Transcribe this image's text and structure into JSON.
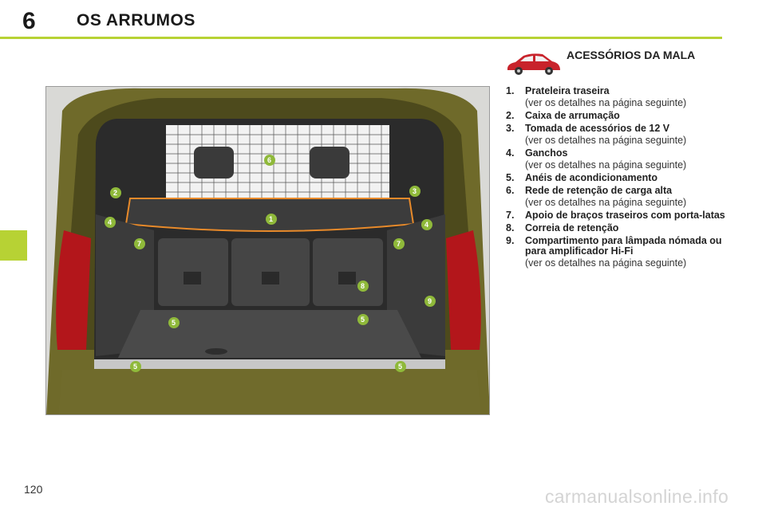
{
  "header": {
    "chapter_number": "6",
    "chapter_title": "OS ARRUMOS"
  },
  "section": {
    "title": "ACESSÓRIOS DA MALA",
    "icon": "car-side-icon",
    "accent_color": "#b7d234"
  },
  "figure": {
    "callouts": [
      "1",
      "2",
      "3",
      "4",
      "4",
      "5",
      "5",
      "5",
      "5",
      "6",
      "7",
      "7",
      "8",
      "9"
    ],
    "callout_color": "#8fb93a",
    "outline_color": "#e88a2a"
  },
  "items": [
    {
      "num": "1.",
      "label": "Prateleira traseira",
      "note": "(ver os detalhes na página seguinte)"
    },
    {
      "num": "2.",
      "label": "Caixa de arrumação",
      "note": ""
    },
    {
      "num": "3.",
      "label": "Tomada de acessórios de 12 V",
      "note": "(ver os detalhes na página seguinte)"
    },
    {
      "num": "4.",
      "label": "Ganchos",
      "note": "(ver os detalhes na página seguinte)"
    },
    {
      "num": "5.",
      "label": "Anéis de acondicionamento",
      "note": ""
    },
    {
      "num": "6.",
      "label": "Rede de retenção de carga alta",
      "note": "(ver os detalhes na página seguinte)"
    },
    {
      "num": "7.",
      "label": "Apoio de braços traseiros com porta-latas",
      "note": ""
    },
    {
      "num": "8.",
      "label": "Correia de retenção",
      "note": ""
    },
    {
      "num": "9.",
      "label": "Compartimento para lâmpada nómada ou para amplificador Hi-Fi",
      "note": "(ver os detalhes na página seguinte)"
    }
  ],
  "footer": {
    "page_number": "120",
    "watermark": "carmanualsonline.info"
  }
}
